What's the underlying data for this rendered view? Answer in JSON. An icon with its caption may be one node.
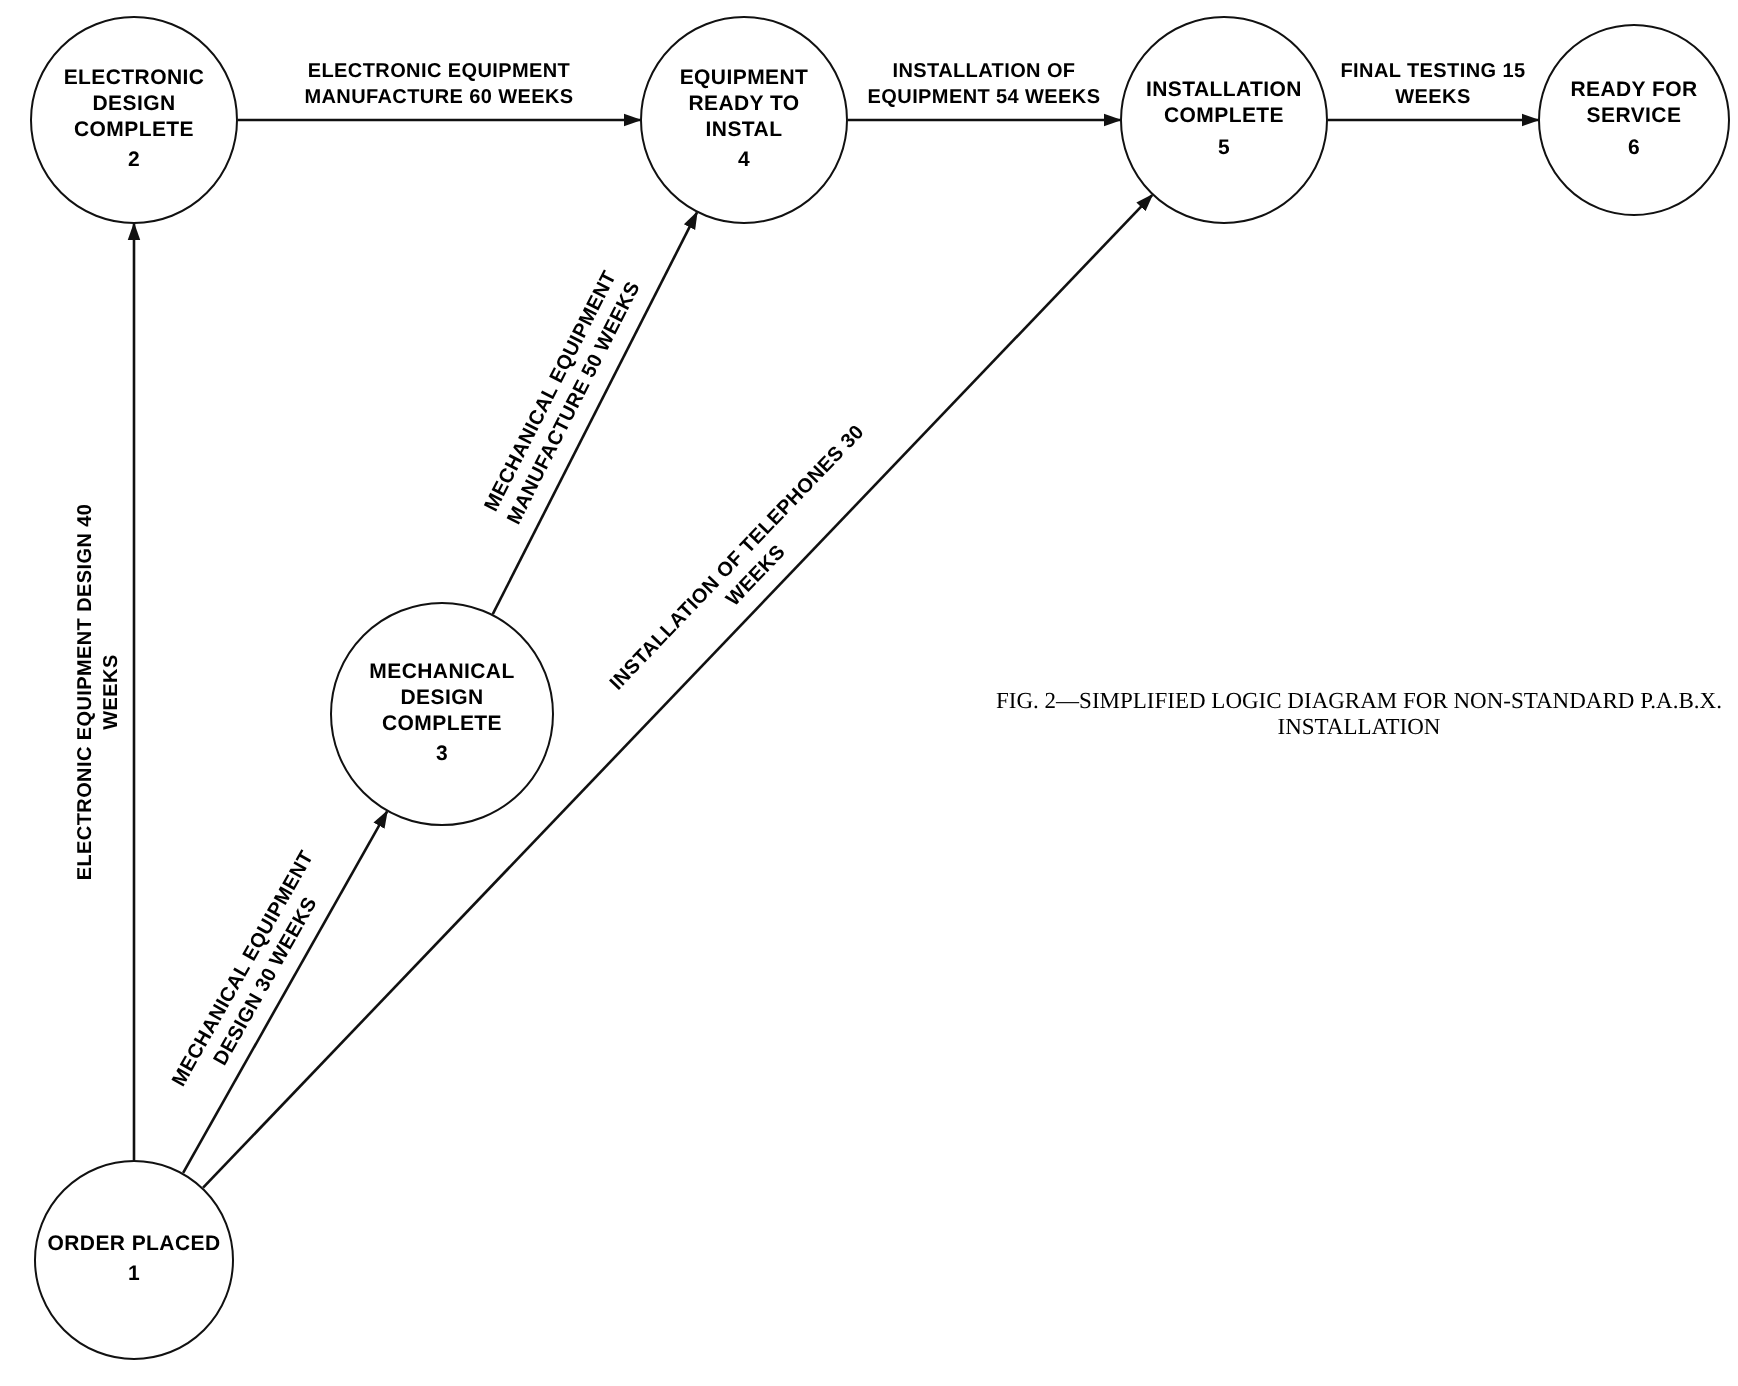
{
  "diagram": {
    "caption": "FIG. 2—SIMPLIFIED LOGIC DIAGRAM FOR NON-STANDARD P.A.B.X. INSTALLATION",
    "nodes": [
      {
        "text": [
          "ORDER PLACED",
          "1"
        ]
      },
      {
        "text": [
          "ELECTRONIC DESIGN COMPLETE",
          "2"
        ]
      },
      {
        "text": [
          "MECHANICAL DESIGN COMPLETE",
          "3"
        ]
      },
      {
        "text": [
          "EQUIPMENT READY TO INSTAL",
          "4"
        ]
      },
      {
        "text": [
          "INSTALLATION COMPLETE",
          "5"
        ]
      },
      {
        "text": [
          "READY FOR SERVICE",
          "6"
        ]
      }
    ],
    "edges": [
      {
        "from": 0,
        "to": 1,
        "arrow": "to",
        "label": "ELECTRONIC EQUIPMENT DESIGN 40 WEEKS"
      },
      {
        "from": 0,
        "to": 2,
        "arrow": "to",
        "label": "MECHANICAL EQUIPMENT DESIGN 30 WEEKS"
      },
      {
        "from": 0,
        "to": 4,
        "arrow": "to",
        "label": "INSTALLATION OF TELEPHONES 30 WEEKS"
      },
      {
        "from": 1,
        "to": 3,
        "arrow": "to",
        "label": "ELECTRONIC EQUIPMENT MANUFACTURE 60 WEEKS"
      },
      {
        "from": 2,
        "to": 3,
        "arrow": "to",
        "label": "MECHANICAL EQUIPMENT MANUFACTURE 50 WEEKS"
      },
      {
        "from": 3,
        "to": 4,
        "arrow": "to",
        "label": "INSTALLATION OF EQUIPMENT 54 WEEKS"
      },
      {
        "from": 4,
        "to": 5,
        "arrow": "to",
        "label": "FINAL TESTING 15 WEEKS"
      }
    ]
  }
}
